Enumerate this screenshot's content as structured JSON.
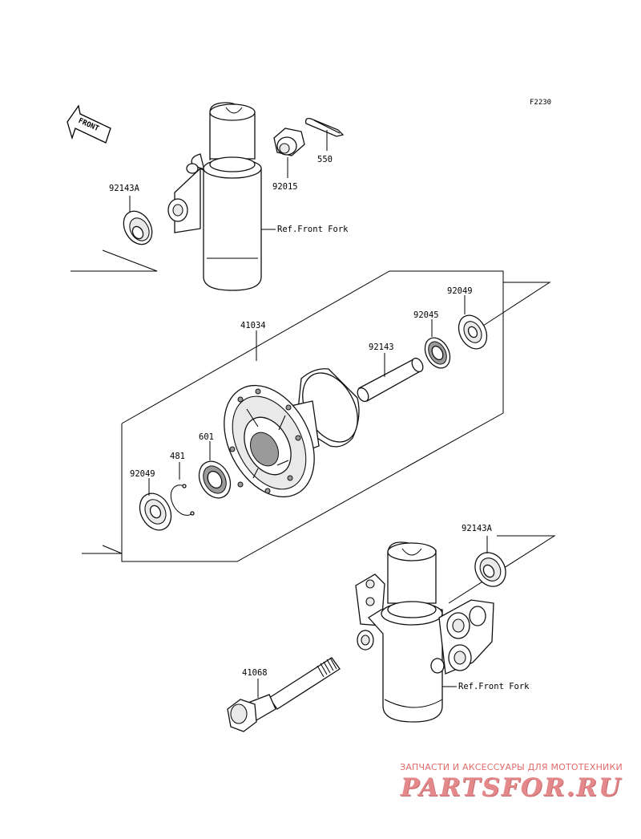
{
  "diagram_code": "F2230",
  "front_marker": "FRONT",
  "references": {
    "upper_fork": "Ref.Front Fork",
    "lower_fork": "Ref.Front Fork"
  },
  "callouts": {
    "p_550": "550",
    "p_92015": "92015",
    "p_92143A_top": "92143A",
    "p_41034": "41034",
    "p_92049_right": "92049",
    "p_92045": "92045",
    "p_92143": "92143",
    "p_601": "601",
    "p_481": "481",
    "p_92049_left": "92049",
    "p_92143A_bottom": "92143A",
    "p_41068": "41068"
  },
  "watermark": {
    "tagline": "ЗАПЧАСТИ И АКСЕССУАРЫ ДЛЯ МОТОТЕХНИКИ",
    "brand": "PARTSFOR.RU"
  }
}
